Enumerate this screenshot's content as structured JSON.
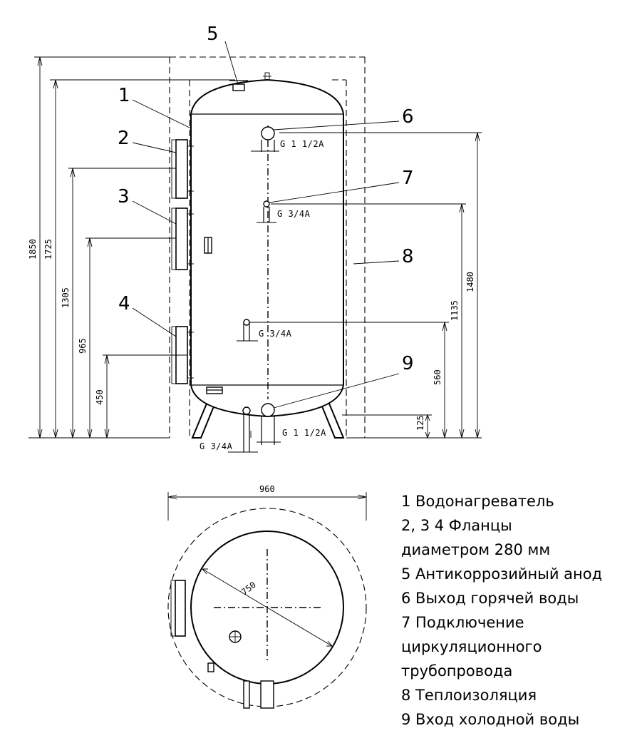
{
  "callouts": [
    "1",
    "2",
    "3",
    "4",
    "5",
    "6",
    "7",
    "8",
    "9"
  ],
  "dimensions": {
    "height_1850": "1850",
    "height_1725": "1725",
    "height_1305": "1305",
    "height_965": "965",
    "height_450": "450",
    "height_1480": "1480",
    "height_1135": "1135",
    "height_560": "560",
    "height_125": "125",
    "width_960": "960",
    "diameter_750": "750"
  },
  "threads": {
    "hot_out": "G 1 1/2A",
    "circulation": "G 3/4A",
    "side_port": "G 3/4A",
    "cold_in": "G 1 1/2A",
    "bottom_port": "G 3/4A"
  },
  "legend": [
    "1 Водонагреватель",
    "2, 3 4 Фланцы",
    "диаметром 280 мм",
    "5 Антикоррозийный анод",
    "6 Выход горячей воды",
    "7 Подключение",
    "циркуляционного",
    "трубопровода",
    "8 Теплоизоляция",
    "9 Вход холодной воды"
  ]
}
